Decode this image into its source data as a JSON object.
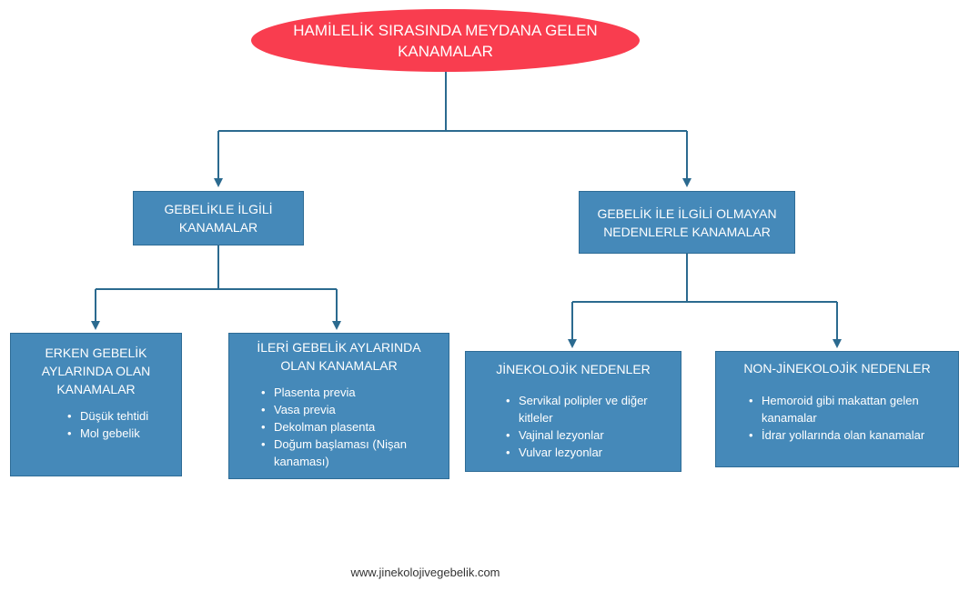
{
  "title": "HAMİLELİK SIRASINDA MEYDANA GELEN KANAMALAR",
  "colors": {
    "root_fill": "#f93d4f",
    "box_fill": "#4589b9",
    "box_border": "#2e6c96",
    "connector": "#2b6a8f"
  },
  "branches": [
    {
      "label": "GEBELİKLE İLGİLİ KANAMALAR",
      "children": [
        {
          "label": "ERKEN GEBELİK AYLARINDA OLAN KANAMALAR",
          "items": [
            "Düşük tehtidi",
            "Mol gebelik"
          ]
        },
        {
          "label": "İLERİ GEBELİK AYLARINDA OLAN KANAMALAR",
          "items": [
            "Plasenta previa",
            "Vasa previa",
            "Dekolman plasenta",
            "Doğum başlaması (Nişan kanaması)"
          ]
        }
      ]
    },
    {
      "label": "GEBELİK İLE İLGİLİ OLMAYAN NEDENLERLE KANAMALAR",
      "children": [
        {
          "label": "JİNEKOLOJİK NEDENLER",
          "items": [
            "Servikal polipler ve diğer kitleler",
            "Vajinal lezyonlar",
            "Vulvar lezyonlar"
          ]
        },
        {
          "label": "NON-JİNEKOLOJİK NEDENLER",
          "items": [
            "Hemoroid gibi makattan gelen kanamalar",
            "İdrar yollarında olan kanamalar"
          ]
        }
      ]
    }
  ],
  "footer": "www.jinekolojivegebelik.com"
}
